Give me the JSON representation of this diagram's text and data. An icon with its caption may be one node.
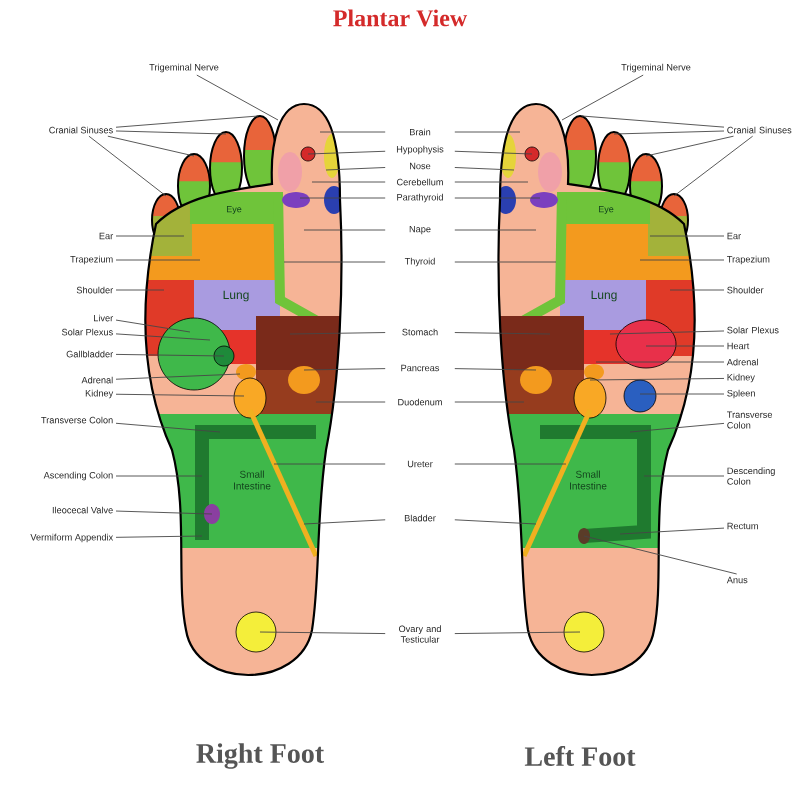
{
  "diagram": {
    "title": "Plantar View",
    "nodes": [
      {
        "text": [
          "Trigeminal Nerve"
        ]
      },
      {
        "text": [
          "Cranial Sinuses"
        ]
      },
      {
        "text": [
          "Ear"
        ]
      },
      {
        "text": [
          "Trapezium"
        ]
      },
      {
        "text": [
          "Shoulder"
        ]
      },
      {
        "text": [
          "Liver"
        ]
      },
      {
        "text": [
          "Solar Plexus"
        ]
      },
      {
        "text": [
          "Gallbladder"
        ]
      },
      {
        "text": [
          "Adrenal"
        ]
      },
      {
        "text": [
          "Kidney"
        ]
      },
      {
        "text": [
          "Transverse Colon"
        ]
      },
      {
        "text": [
          "Ascending Colon"
        ]
      },
      {
        "text": [
          "Ileocecal Valve"
        ]
      },
      {
        "text": [
          "Vermiform Appendix"
        ]
      },
      {
        "text": [
          "Brain"
        ]
      },
      {
        "text": [
          "Hypophysis"
        ]
      },
      {
        "text": [
          "Nose"
        ]
      },
      {
        "text": [
          "Cerebellum"
        ]
      },
      {
        "text": [
          "Parathyroid"
        ]
      },
      {
        "text": [
          "Nape"
        ]
      },
      {
        "text": [
          "Thyroid"
        ]
      },
      {
        "text": [
          "Stomach"
        ]
      },
      {
        "text": [
          "Pancreas"
        ]
      },
      {
        "text": [
          "Duodenum"
        ]
      },
      {
        "text": [
          "Ureter"
        ]
      },
      {
        "text": [
          "Bladder"
        ]
      },
      {
        "text": [
          "Ovary and Testicular"
        ]
      },
      {
        "text": [
          "Trigeminal Nerve"
        ]
      },
      {
        "text": [
          "Cranial Sinuses"
        ]
      },
      {
        "text": [
          "Ear"
        ]
      },
      {
        "text": [
          "Trapezium"
        ]
      },
      {
        "text": [
          "Shoulder"
        ]
      },
      {
        "text": [
          "Solar Plexus"
        ]
      },
      {
        "text": [
          "Heart"
        ]
      },
      {
        "text": [
          "Adrenal"
        ]
      },
      {
        "text": [
          "Kidney"
        ]
      },
      {
        "text": [
          "Spleen"
        ]
      },
      {
        "text": [
          "Transverse Colon"
        ]
      },
      {
        "text": [
          "Descending Colon"
        ]
      },
      {
        "text": [
          "Rectum"
        ]
      },
      {
        "text": [
          "Anus"
        ]
      },
      {
        "text": [
          "Eye",
          "Lung",
          "Small Intestine"
        ]
      },
      {
        "text": [
          "Eye",
          "Lung",
          "Small Intestine"
        ]
      }
    ],
    "edges": [
      {
        "from": 0,
        "to": 41,
        "arrow": "none"
      },
      {
        "from": 1,
        "to": 41,
        "arrow": "none"
      },
      {
        "from": 1,
        "to": 41,
        "arrow": "none"
      },
      {
        "from": 1,
        "to": 41,
        "arrow": "none"
      },
      {
        "from": 1,
        "to": 41,
        "arrow": "none"
      },
      {
        "from": 2,
        "to": 41,
        "arrow": "none"
      },
      {
        "from": 3,
        "to": 41,
        "arrow": "none"
      },
      {
        "from": 4,
        "to": 41,
        "arrow": "none"
      },
      {
        "from": 5,
        "to": 41,
        "arrow": "none"
      },
      {
        "from": 6,
        "to": 41,
        "arrow": "none"
      },
      {
        "from": 7,
        "to": 41,
        "arrow": "none"
      },
      {
        "from": 8,
        "to": 41,
        "arrow": "none"
      },
      {
        "from": 9,
        "to": 41,
        "arrow": "none"
      },
      {
        "from": 10,
        "to": 41,
        "arrow": "none"
      },
      {
        "from": 11,
        "to": 41,
        "arrow": "none"
      },
      {
        "from": 12,
        "to": 41,
        "arrow": "none"
      },
      {
        "from": 13,
        "to": 41,
        "arrow": "none"
      },
      {
        "from": 14,
        "to": 41,
        "arrow": "none"
      },
      {
        "from": 14,
        "to": 42,
        "arrow": "none"
      },
      {
        "from": 15,
        "to": 41,
        "arrow": "none"
      },
      {
        "from": 15,
        "to": 42,
        "arrow": "none"
      },
      {
        "from": 16,
        "to": 41,
        "arrow": "none"
      },
      {
        "from": 16,
        "to": 42,
        "arrow": "none"
      },
      {
        "from": 17,
        "to": 41,
        "arrow": "none"
      },
      {
        "from": 17,
        "to": 42,
        "arrow": "none"
      },
      {
        "from": 18,
        "to": 41,
        "arrow": "none"
      },
      {
        "from": 18,
        "to": 42,
        "arrow": "none"
      },
      {
        "from": 19,
        "to": 41,
        "arrow": "none"
      },
      {
        "from": 19,
        "to": 42,
        "arrow": "none"
      },
      {
        "from": 20,
        "to": 41,
        "arrow": "none"
      },
      {
        "from": 20,
        "to": 42,
        "arrow": "none"
      },
      {
        "from": 21,
        "to": 41,
        "arrow": "none"
      },
      {
        "from": 21,
        "to": 42,
        "arrow": "none"
      },
      {
        "from": 22,
        "to": 41,
        "arrow": "none"
      },
      {
        "from": 22,
        "to": 42,
        "arrow": "none"
      },
      {
        "from": 23,
        "to": 41,
        "arrow": "none"
      },
      {
        "from": 23,
        "to": 42,
        "arrow": "none"
      },
      {
        "from": 24,
        "to": 41,
        "arrow": "none"
      },
      {
        "from": 24,
        "to": 42,
        "arrow": "none"
      },
      {
        "from": 25,
        "to": 41,
        "arrow": "none"
      },
      {
        "from": 25,
        "to": 42,
        "arrow": "none"
      },
      {
        "from": 26,
        "to": 41,
        "arrow": "none"
      },
      {
        "from": 26,
        "to": 42,
        "arrow": "none"
      },
      {
        "from": 27,
        "to": 42,
        "arrow": "none"
      },
      {
        "from": 28,
        "to": 42,
        "arrow": "none"
      },
      {
        "from": 28,
        "to": 42,
        "arrow": "none"
      },
      {
        "from": 28,
        "to": 42,
        "arrow": "none"
      },
      {
        "from": 28,
        "to": 42,
        "arrow": "none"
      },
      {
        "from": 29,
        "to": 42,
        "arrow": "none"
      },
      {
        "from": 30,
        "to": 42,
        "arrow": "none"
      },
      {
        "from": 31,
        "to": 42,
        "arrow": "none"
      },
      {
        "from": 32,
        "to": 42,
        "arrow": "none"
      },
      {
        "from": 33,
        "to": 42,
        "arrow": "none"
      },
      {
        "from": 34,
        "to": 42,
        "arrow": "none"
      },
      {
        "from": 35,
        "to": 42,
        "arrow": "none"
      },
      {
        "from": 36,
        "to": 42,
        "arrow": "none"
      },
      {
        "from": 37,
        "to": 42,
        "arrow": "none"
      },
      {
        "from": 38,
        "to": 42,
        "arrow": "none"
      },
      {
        "from": 39,
        "to": 42,
        "arrow": "none"
      },
      {
        "from": 40,
        "to": 42,
        "arrow": "none"
      }
    ],
    "labels": [
      "Right Foot",
      "Left Foot"
    ]
  }
}
